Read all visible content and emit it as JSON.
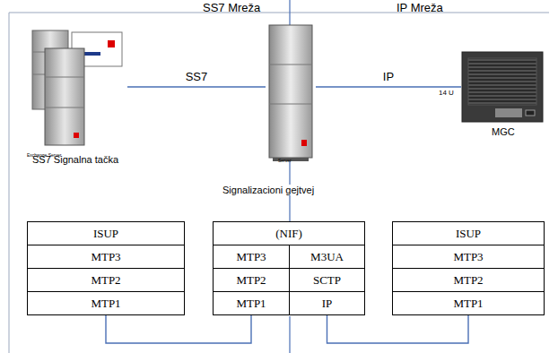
{
  "diagram": {
    "nodes": [
      {
        "text": [
          "SS7 Signalna tačka"
        ]
      },
      {
        "text": [
          "Signalizacioni gejtvej"
        ]
      },
      {
        "text": [
          "MGC"
        ]
      },
      {
        "text": [
          "ISUP"
        ]
      },
      {
        "text": [
          "MTP3"
        ]
      },
      {
        "text": [
          "MTP2"
        ]
      },
      {
        "text": [
          "MTP1"
        ]
      },
      {
        "text": [
          "(NIF)"
        ]
      },
      {
        "text": [
          "MTP3"
        ]
      },
      {
        "text": [
          "M3UA"
        ]
      },
      {
        "text": [
          "MTP2"
        ]
      },
      {
        "text": [
          "SCTP"
        ]
      },
      {
        "text": [
          "MTP1"
        ]
      },
      {
        "text": [
          "IP"
        ]
      },
      {
        "text": [
          "ISUP"
        ]
      },
      {
        "text": [
          "MTP3"
        ]
      },
      {
        "text": [
          "MTP2"
        ]
      },
      {
        "text": [
          "MTP1"
        ]
      }
    ],
    "edges": [
      {
        "from": 0,
        "to": 1,
        "label": "SS7",
        "arrow": "none"
      },
      {
        "from": 1,
        "to": 2,
        "label": "IP",
        "arrow": "none"
      },
      {
        "from": 6,
        "to": 12,
        "arrow": "none"
      },
      {
        "from": 13,
        "to": 17,
        "arrow": "none"
      }
    ],
    "labels": [
      "SS7 Mreža",
      "IP Mreža",
      "14 U",
      "Exchange Server",
      "Server"
    ]
  }
}
